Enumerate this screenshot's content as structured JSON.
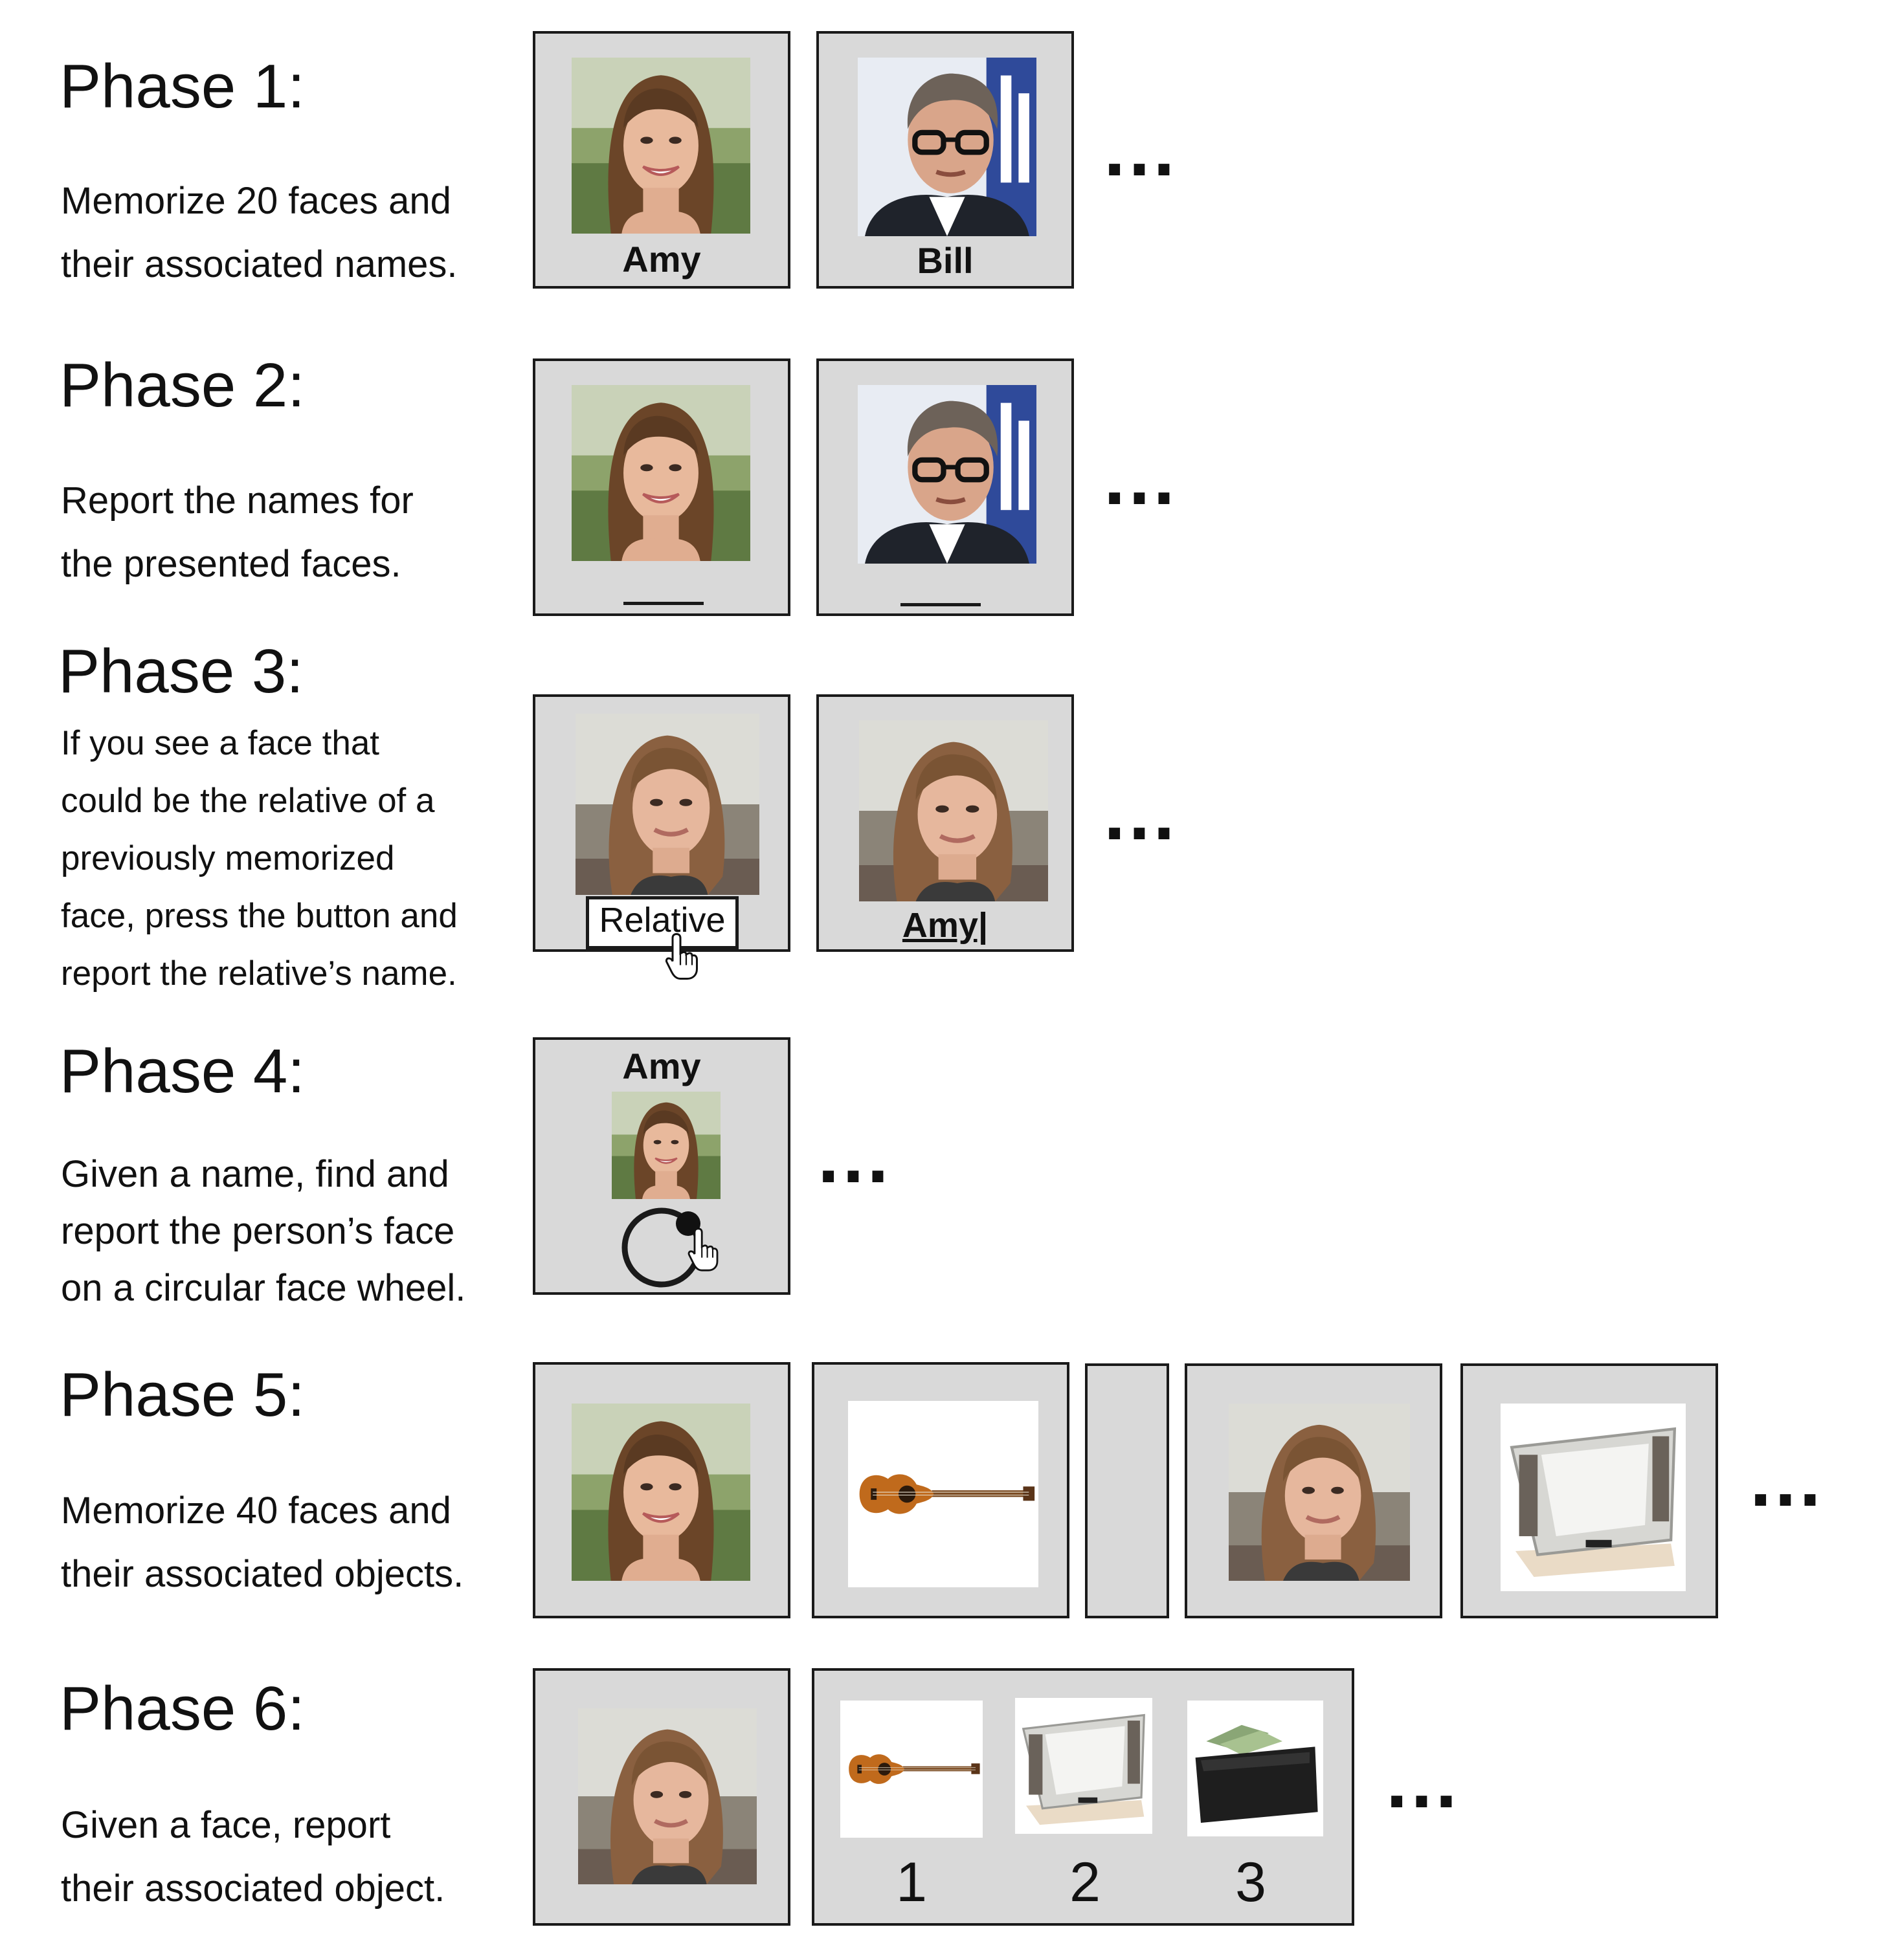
{
  "phases": [
    {
      "title": "Phase 1:",
      "lines": [
        "Memorize 20 faces and",
        "their associated names."
      ]
    },
    {
      "title": "Phase 2:",
      "lines": [
        "Report the names for",
        "the presented faces."
      ]
    },
    {
      "title": "Phase 3:",
      "lines": [
        "If you see a face that",
        "could be the relative of a",
        "previously memorized",
        "face, press the button and",
        "report the relative’s name."
      ]
    },
    {
      "title": "Phase 4:",
      "lines": [
        "Given a name, find and",
        "report the person’s face",
        "on a circular face wheel."
      ]
    },
    {
      "title": "Phase 5:",
      "lines": [
        "Memorize 40 faces and",
        "their associated objects."
      ]
    },
    {
      "title": "Phase 6:",
      "lines": [
        "Given a face, report",
        "their associated object."
      ]
    }
  ],
  "labels": {
    "name_amy": "Amy",
    "name_bill": "Bill",
    "relative_button": "Relative",
    "typed_name": "Amy|",
    "phase4_name": "Amy",
    "ellipsis": "…",
    "choices": [
      "1",
      "2",
      "3"
    ]
  },
  "icons": {
    "faces": [
      "face-amy",
      "face-bill",
      "face-relative"
    ],
    "objects": [
      "guitar",
      "photo-viewer",
      "wallet"
    ],
    "cursor": "hand-pointer-icon",
    "wheel": "face-wheel"
  },
  "colors": {
    "frame_fill": "#d9d9d9",
    "frame_border": "#1a1a1a"
  }
}
